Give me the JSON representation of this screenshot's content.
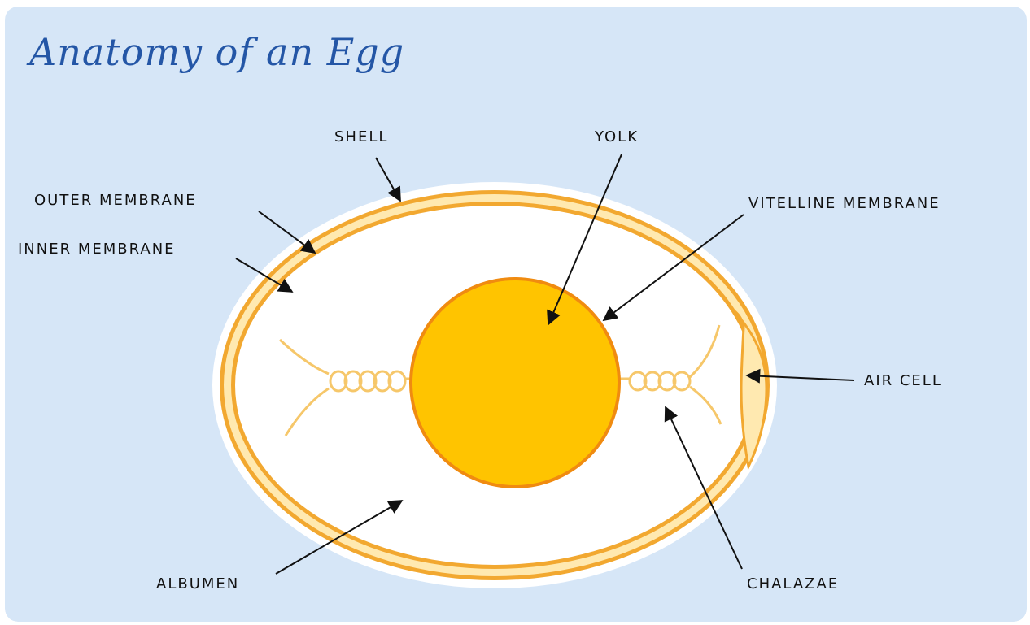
{
  "diagram": {
    "title": "Anatomy of an Egg",
    "colors": {
      "background": "#d6e6f7",
      "shell_outline": "#f2a830",
      "membrane_fill": "#ffe9b0",
      "albumen": "#ffffff",
      "yolk": "#ffc400",
      "yolk_outline": "#f08b10",
      "chalazae": "#f6c76a"
    },
    "labels": {
      "shell": "SHELL",
      "yolk": "YOLK",
      "outer_membrane": "OUTER MEMBRANE",
      "vitelline_membrane": "VITELLINE MEMBRANE",
      "inner_membrane": "INNER MEMBRANE",
      "air_cell": "AIR CELL",
      "albumen": "ALBUMEN",
      "chalazae": "CHALAZAE"
    }
  }
}
